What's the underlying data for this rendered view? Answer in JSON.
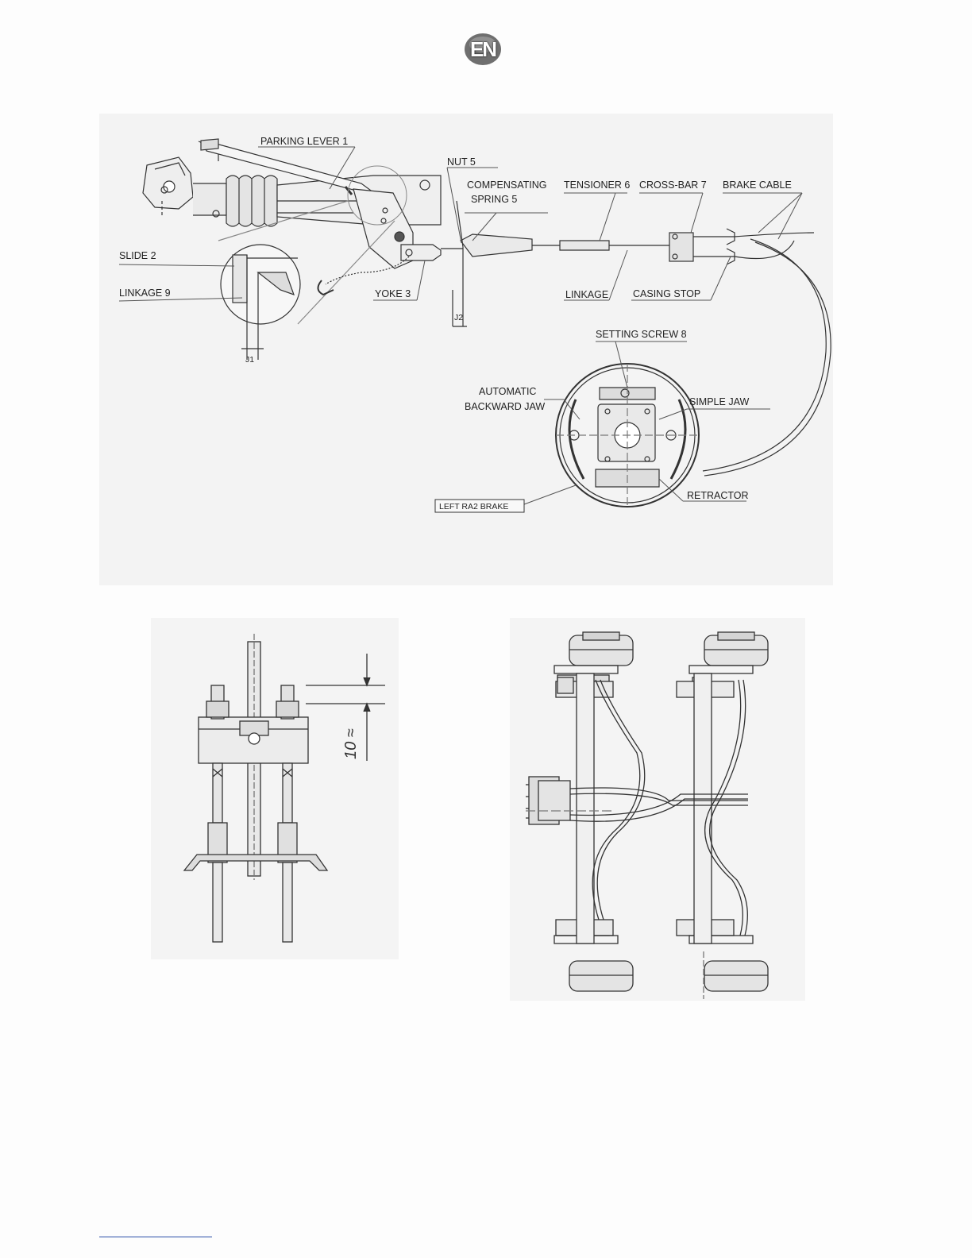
{
  "header": {
    "language_badge": "EN"
  },
  "main_diagram": {
    "labels": {
      "parking_lever": "PARKING LEVER 1",
      "nut": "NUT 5",
      "compensating_1": "COMPENSATING",
      "compensating_2": "SPRING 5",
      "tensioner": "TENSIONER 6",
      "crossbar": "CROSS-BAR 7",
      "brake_cable": "BRAKE CABLE",
      "slide": "SLIDE 2",
      "linkage9": "LINKAGE 9",
      "yoke": "YOKE 3",
      "linkage": "LINKAGE",
      "casing_stop": "CASING STOP",
      "j1": "J1",
      "j2": "J2",
      "setting_screw": "SETTING SCREW 8",
      "automatic_1": "AUTOMATIC",
      "automatic_2": "BACKWARD JAW",
      "simple_jaw": "SIMPLE JAW",
      "retractor": "RETRACTOR",
      "left_brake": "LEFT RA2 BRAKE"
    }
  },
  "crossbar_detail": {
    "dimension": "10 ≈"
  },
  "colors": {
    "line": "#333333",
    "panel_bg": "#f3f3f3",
    "badge": "#6f6f6f"
  }
}
